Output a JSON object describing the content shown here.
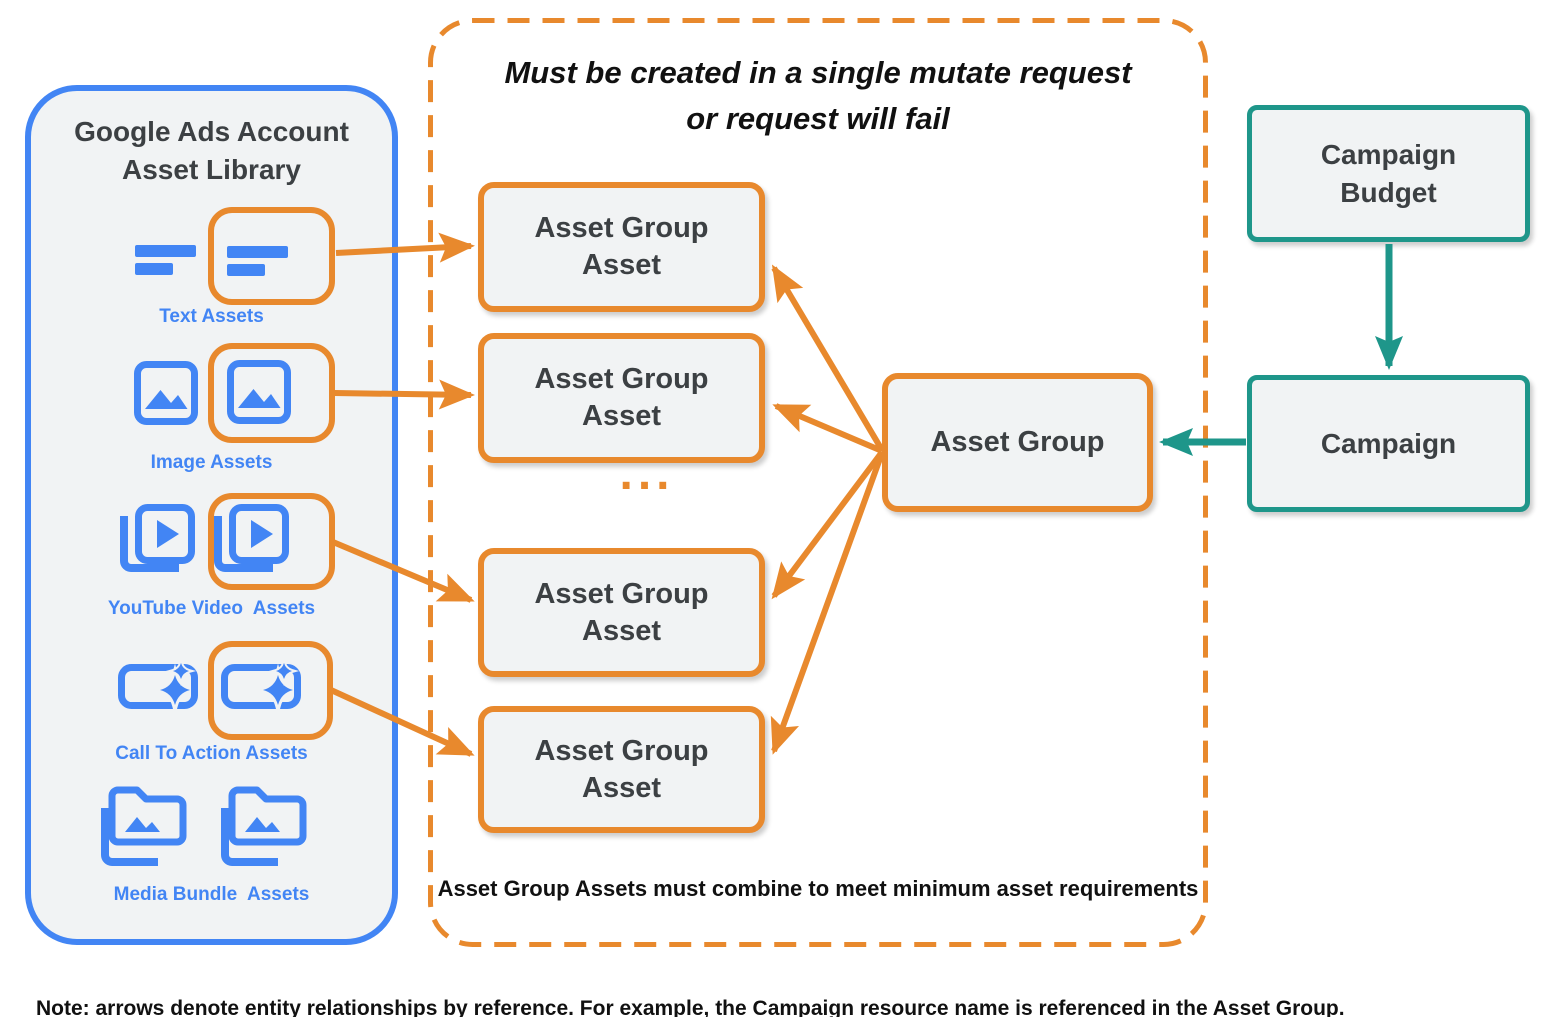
{
  "library": {
    "title_line1": "Google Ads Account",
    "title_line2": "Asset Library",
    "items": [
      {
        "label": "Text Assets"
      },
      {
        "label": "Image Assets"
      },
      {
        "label": "YouTube Video  Assets"
      },
      {
        "label": "Call To Action Assets"
      },
      {
        "label": "Media Bundle  Assets"
      }
    ]
  },
  "mutate_panel": {
    "title_line1": "Must be created in a single mutate request",
    "title_line2": "or request will fail",
    "ellipsis": "...",
    "asset_group_asset": {
      "line1": "Asset Group",
      "line2": "Asset"
    },
    "asset_group_label": "Asset Group",
    "footnote": "Asset Group Assets must combine to meet minimum asset requirements"
  },
  "campaign_flow": {
    "budget_line1": "Campaign",
    "budget_line2": "Budget",
    "campaign_label": "Campaign"
  },
  "note": "Note: arrows denote entity relationships by reference. For example, the Campaign resource name is referenced in the Asset Group.",
  "colors": {
    "orange": "#E8892D",
    "blue": "#4285F4",
    "teal": "#1E968A",
    "box_fill": "#F1F3F4",
    "dark_text": "#3C4043"
  }
}
